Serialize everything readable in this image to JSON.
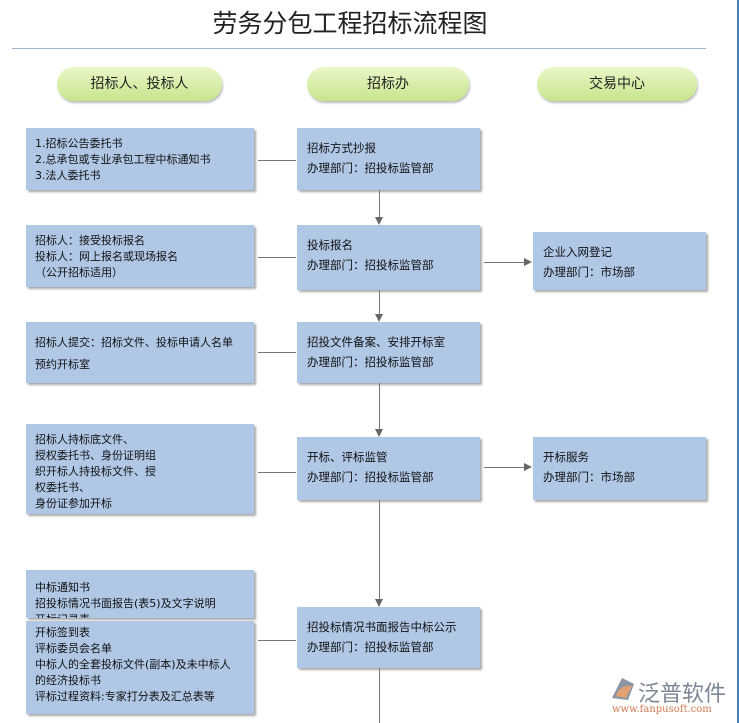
{
  "title": "劳务分包工程招标流程图",
  "lanes": [
    "招标人、投标人",
    "招标办",
    "交易中心"
  ],
  "left_boxes": [
    [
      "1.招标公告委托书",
      "2.总承包或专业承包工程中标通知书",
      "3.法人委托书"
    ],
    [
      "招标人：接受投标报名",
      "投标人：网上报名或现场报名",
      "（公开招标适用）"
    ],
    [
      "招标人提交：招标文件、投标申请人名单",
      "预约开标室"
    ],
    [
      "招标人持标底文件、",
      "授权委托书、身份证明组",
      "织开标人持投标文件、授",
      "权委托书、",
      "身份证参加开标"
    ],
    [
      "中标通知书",
      "招投标情况书面报告(表5)及文字说明",
      "开标记录表"
    ],
    [
      "开标签到表",
      "评标委员会名单",
      "中标人的全套投标文件(副本)及未中标人",
      "的经济投标书",
      "评标过程资料:专家打分表及汇总表等"
    ]
  ],
  "mid_boxes": [
    [
      "招标方式抄报",
      "办理部门：招投标监管部"
    ],
    [
      "投标报名",
      "办理部门：招投标监管部"
    ],
    [
      "招投文件备案、安排开标室",
      "办理部门：招投标监管部"
    ],
    [
      "开标、评标监管",
      "办理部门：招投标监管部"
    ],
    [
      "招投标情况书面报告中标公示",
      "办理部门：招投标监管部"
    ]
  ],
  "right_boxes": [
    [
      "企业入网登记",
      "办理部门：市场部"
    ],
    [
      "开标服务",
      "办理部门：市场部"
    ]
  ],
  "logo": {
    "name": "泛普软件",
    "url": "www.fanpusoft.com"
  }
}
